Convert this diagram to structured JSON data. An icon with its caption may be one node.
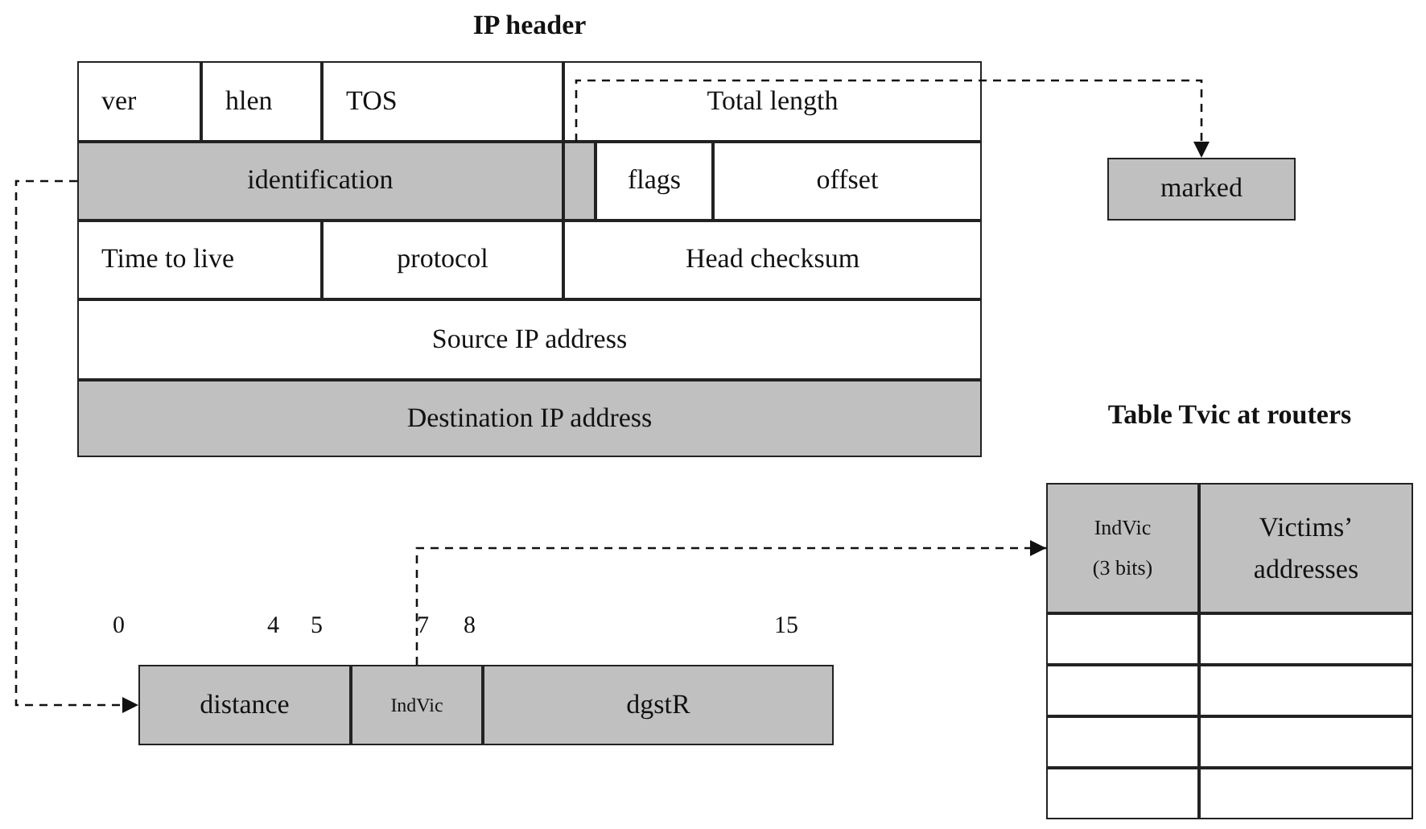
{
  "diagram": {
    "nodes": [
      {
        "text": [
          "IP header"
        ]
      },
      {
        "text": [
          "ver"
        ],
        "in": 0
      },
      {
        "text": [
          "hlen"
        ],
        "in": 0
      },
      {
        "text": [
          "TOS"
        ],
        "in": 0
      },
      {
        "text": [
          "Total length"
        ],
        "in": 0
      },
      {
        "text": [
          "identification"
        ],
        "in": 0
      },
      {
        "text": [],
        "shape": "box",
        "in": 0
      },
      {
        "text": [
          "flags"
        ],
        "in": 0
      },
      {
        "text": [
          "offset"
        ],
        "in": 0
      },
      {
        "text": [
          "Time to live"
        ],
        "in": 0
      },
      {
        "text": [
          "protocol"
        ],
        "in": 0
      },
      {
        "text": [
          "Head checksum"
        ],
        "in": 0
      },
      {
        "text": [
          "Source IP address"
        ],
        "in": 0
      },
      {
        "text": [
          "Destination IP address"
        ],
        "in": 0
      },
      {
        "text": [
          "marked"
        ]
      },
      {
        "text": [
          "Table Tvic at routers"
        ]
      },
      {
        "text": [
          "IndVic (3 bits)"
        ],
        "in": 15
      },
      {
        "text": [
          "Victims’ addresses"
        ],
        "in": 15
      },
      {
        "text": [],
        "shape": "box",
        "in": 15
      },
      {
        "text": [],
        "shape": "box",
        "in": 15
      },
      {
        "text": [],
        "shape": "box",
        "in": 15
      },
      {
        "text": [],
        "shape": "box",
        "in": 15
      },
      {
        "text": [],
        "shape": "box",
        "in": 15
      },
      {
        "text": [],
        "shape": "box",
        "in": 15
      },
      {
        "text": [],
        "shape": "box",
        "in": 15
      },
      {
        "text": [],
        "shape": "box",
        "in": 15
      },
      {
        "text": [
          "distance"
        ]
      },
      {
        "text": [
          "IndVic"
        ]
      },
      {
        "text": [
          "dgstR"
        ]
      }
    ],
    "edges": [
      {
        "from": 4,
        "to": 14,
        "arrow": "to",
        "style": "dashed"
      },
      {
        "from": 5,
        "to": 26,
        "arrow": "to",
        "style": "dashed"
      },
      {
        "from": 27,
        "to": 16,
        "arrow": "to",
        "style": "dashed"
      }
    ],
    "labels": [
      "0",
      "4",
      "5",
      "7",
      "8",
      "15"
    ]
  }
}
